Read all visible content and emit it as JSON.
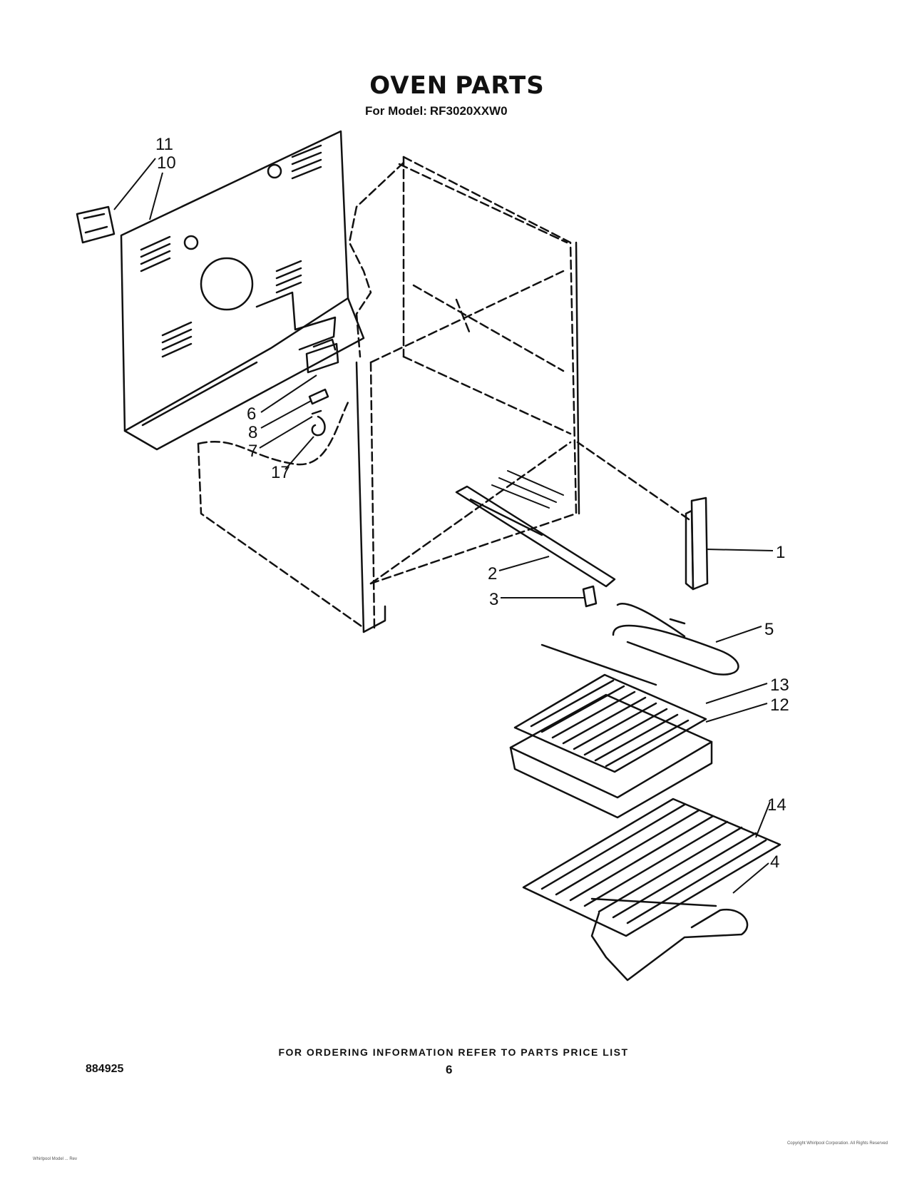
{
  "header": {
    "title_word1": "OVEN",
    "title_word2": "PARTS",
    "model_label": "For Model:",
    "model_number": "RF3020XXW0"
  },
  "callouts": {
    "c1": "1",
    "c2": "2",
    "c3": "3",
    "c4": "4",
    "c5": "5",
    "c6": "6",
    "c7": "7",
    "c8": "8",
    "c10": "10",
    "c11": "11",
    "c12": "12",
    "c13": "13",
    "c14": "14",
    "c17": "17"
  },
  "footer": {
    "ordering_info": "FOR ORDERING INFORMATION REFER TO PARTS PRICE LIST",
    "doc_number": "884925",
    "page_number": "6"
  },
  "fine_print": {
    "left": "Whirlpool Model ... Rev",
    "right": "Copyright Whirlpool Corporation. All Rights Reserved"
  }
}
